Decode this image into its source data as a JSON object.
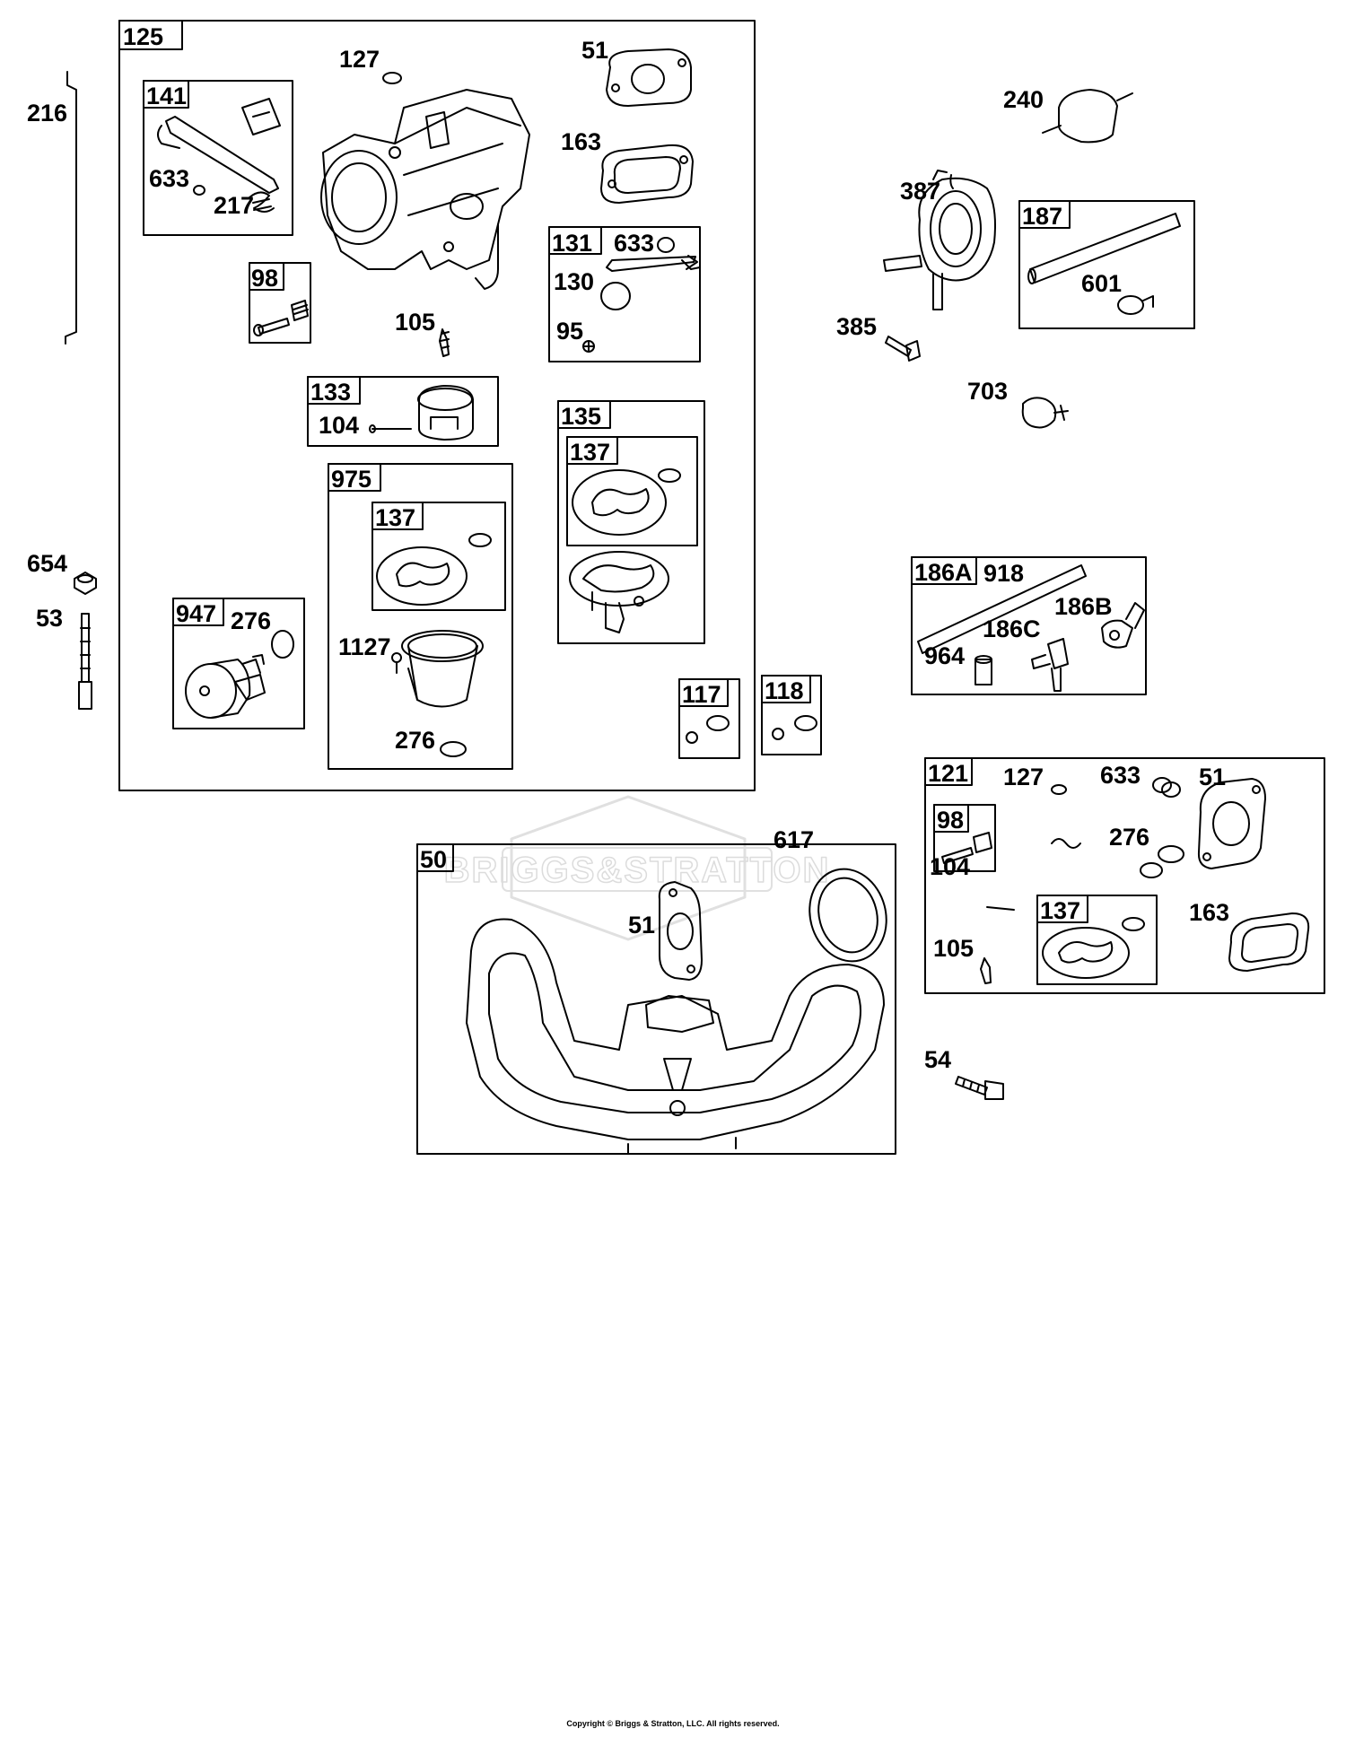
{
  "diagram": {
    "watermark_text": "BRIGGS&STRATTON",
    "copyright": "Copyright © Briggs & Stratton, LLC. All rights reserved.",
    "kits": {
      "k125": "125",
      "k141": "141",
      "k98a": "98",
      "k131": "131",
      "k133": "133",
      "k135": "135",
      "k137a": "137",
      "k975": "975",
      "k137b": "137",
      "k947": "947",
      "k117": "117",
      "k118": "118",
      "k187": "187",
      "k186a": "186A",
      "k121": "121",
      "k98b": "98",
      "k137c": "137",
      "k50": "50"
    },
    "callouts": {
      "c216": "216",
      "c127a": "127",
      "c51a": "51",
      "c163a": "163",
      "c633a": "633",
      "c217": "217",
      "c105a": "105",
      "c633b": "633",
      "c130": "130",
      "c95": "95",
      "c104a": "104",
      "c1127": "1127",
      "c276a": "276",
      "c276b": "276",
      "c654": "654",
      "c53": "53",
      "c240": "240",
      "c387": "387",
      "c385": "385",
      "c601": "601",
      "c703": "703",
      "c918": "918",
      "c186b": "186B",
      "c186c": "186C",
      "c964": "964",
      "c127b": "127",
      "c633c": "633",
      "c51b": "51",
      "c276c": "276",
      "c104b": "104",
      "c163b": "163",
      "c105b": "105",
      "c617": "617",
      "c51c": "51",
      "c54": "54"
    }
  }
}
